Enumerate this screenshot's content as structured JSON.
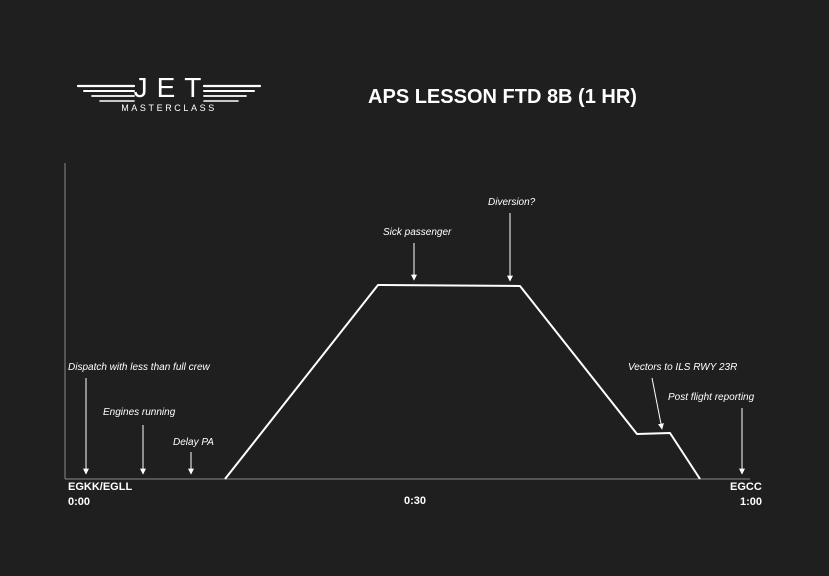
{
  "logo": {
    "brand": "JET",
    "tagline": "MASTERCLASS"
  },
  "title": "APS LESSON FTD 8B (1 HR)",
  "annotations": {
    "dispatch": "Dispatch with less than full crew",
    "engines": "Engines running",
    "delay": "Delay PA",
    "sick": "Sick passenger",
    "diversion": "Diversion?",
    "vectors": "Vectors to ILS RWY 23R",
    "post_flight": "Post flight reporting"
  },
  "axis": {
    "origin": "EGKK/EGLL",
    "destination": "EGCC",
    "t_start": "0:00",
    "t_mid": "0:30",
    "t_end": "1:00"
  },
  "colors": {
    "background": "#1f1f1f",
    "foreground": "#ffffff",
    "axis": "#8a8a8a"
  }
}
